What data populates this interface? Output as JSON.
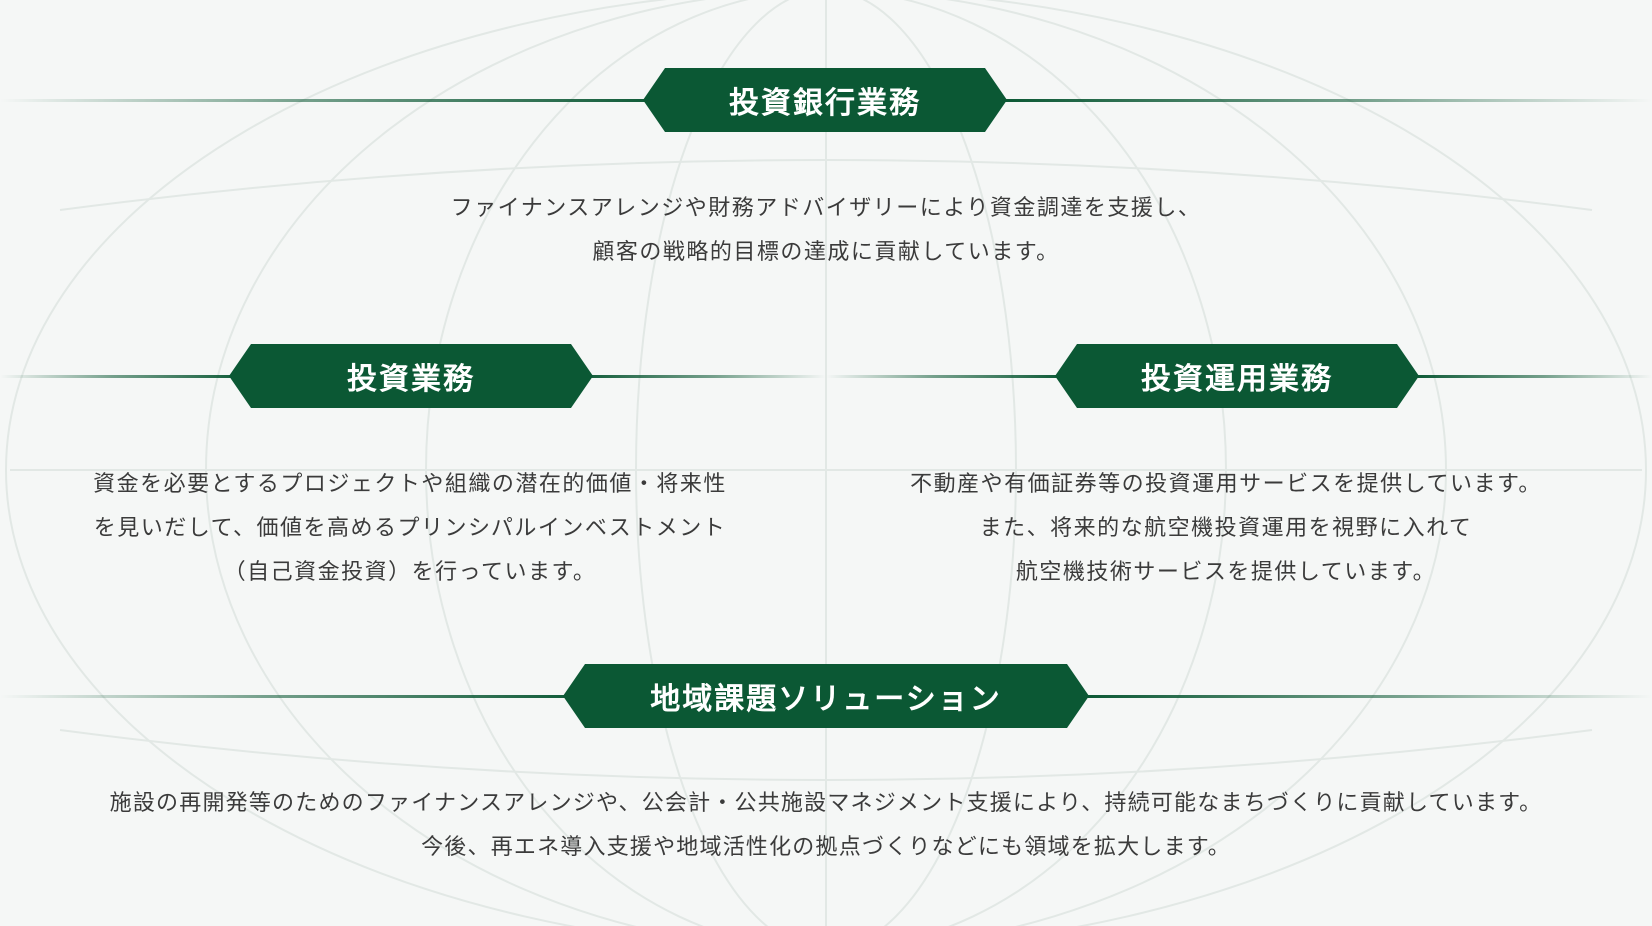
{
  "theme": {
    "accent": "#0b5834",
    "background": "#f5f7f6",
    "text": "#3b3b3b"
  },
  "sections": {
    "investment_banking": {
      "title": "投資銀行業務",
      "lines": [
        "ファイナンスアレンジや財務アドバイザリーにより資金調達を支援し、",
        "顧客の戦略的目標の達成に貢献しています。"
      ]
    },
    "investment": {
      "title": "投資業務",
      "lines": [
        "資金を必要とするプロジェクトや組織の潜在的価値・将来性",
        "を見いだして、価値を高めるプリンシパルインベストメント",
        "（自己資金投資）を行っています。"
      ]
    },
    "asset_management": {
      "title": "投資運用業務",
      "lines": [
        "不動産や有価証券等の投資運用サービスを提供しています。",
        "また、将来的な航空機投資運用を視野に入れて",
        "航空機技術サービスを提供しています。"
      ]
    },
    "regional_solutions": {
      "title": "地域課題ソリューション",
      "lines": [
        "施設の再開発等のためのファイナンスアレンジや、公会計・公共施設マネジメント支援により、持続可能なまちづくりに貢献しています。",
        "今後、再エネ導入支援や地域活性化の拠点づくりなどにも領域を拡大します。"
      ]
    }
  }
}
